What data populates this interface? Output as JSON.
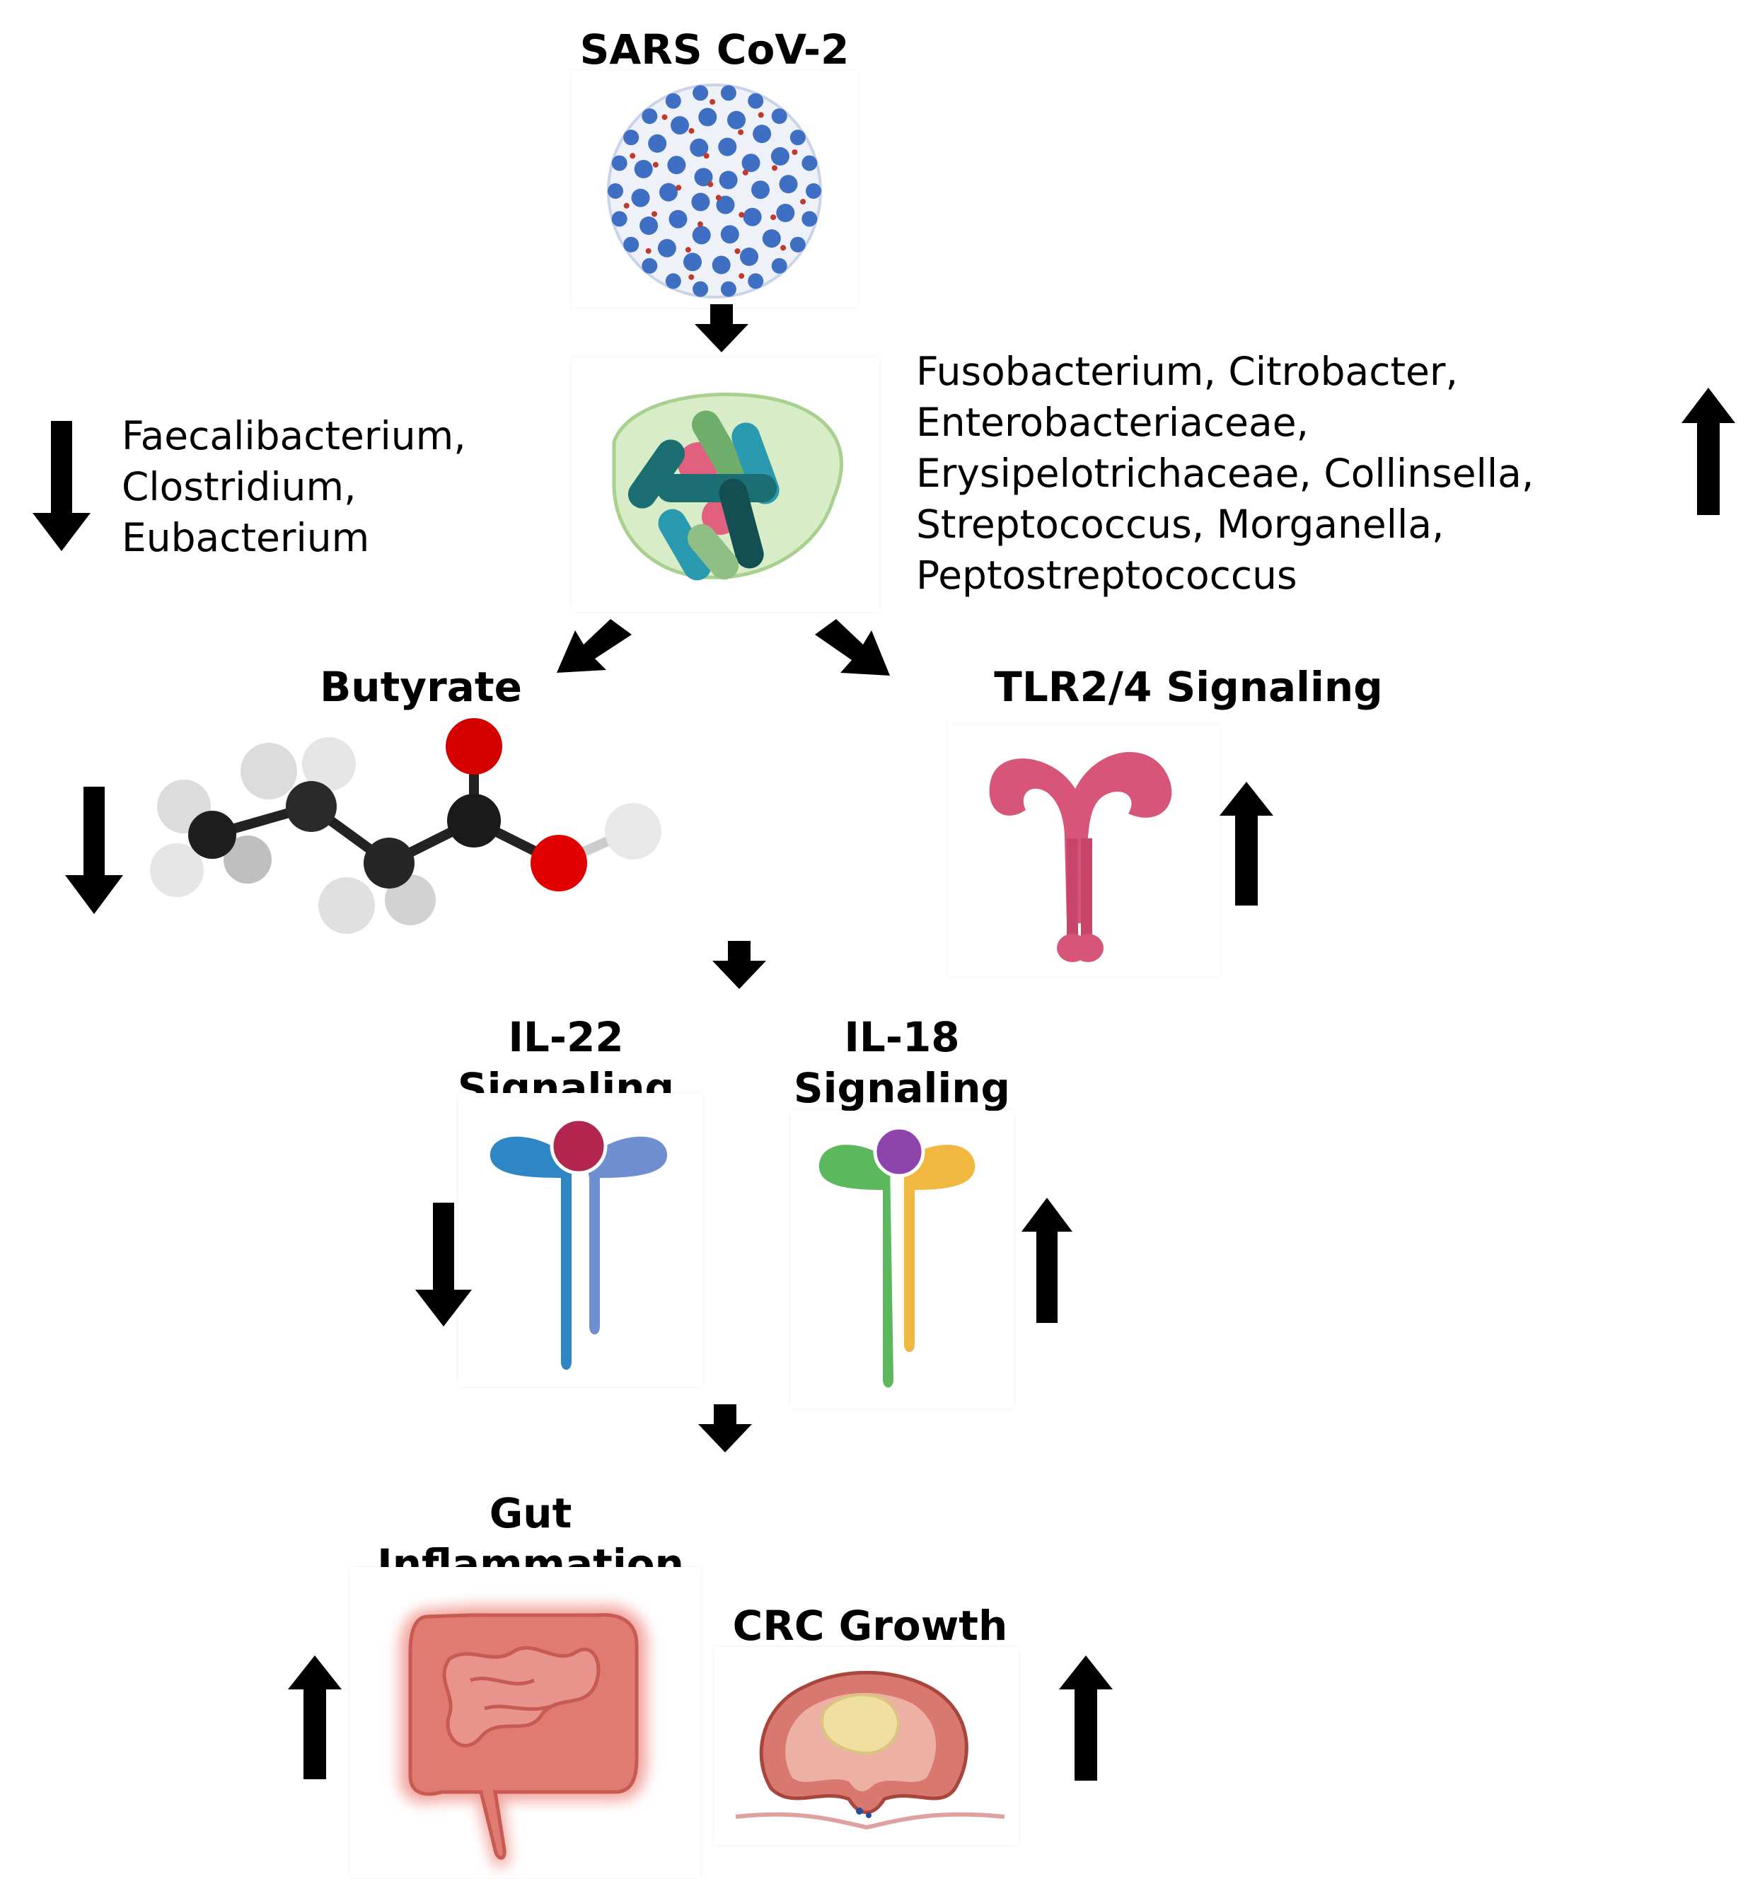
{
  "title_virus": "SARS CoV-2",
  "decreased_bacteria": [
    "Faecalibacterium,",
    "Clostridium,",
    "Eubacterium"
  ],
  "increased_bacteria": [
    "Fusobacterium, Citrobacter,",
    "Enterobacteriaceae,",
    "Erysipelotrichaceae, Collinsella,",
    "Streptococcus, Morganella,",
    "Peptostreptococcus"
  ],
  "butyrate": "Butyrate",
  "tlr": "TLR2/4 Signaling",
  "il22": [
    "IL-22",
    "Signaling"
  ],
  "il18": [
    "IL-18",
    "Signaling"
  ],
  "gut": [
    "Gut",
    "Inflammation"
  ],
  "crc": "CRC Growth",
  "colors": {
    "virus": "#3f6fc2",
    "virus_spike": "#c0392b",
    "bacteria_teal": "#1b6f73",
    "bacteria_green": "#6fae6a",
    "bacteria_pink": "#e0607e",
    "tlr": "#d8557a",
    "il22_left": "#2f86c4",
    "il22_right": "#6f8fd0",
    "il22_ligand": "#b3264f",
    "il18_left": "#5cb85c",
    "il18_right": "#f0b840",
    "il18_ligand": "#8e44ad",
    "intestine": "#e07b72",
    "tumor": "#f0dfa0"
  }
}
